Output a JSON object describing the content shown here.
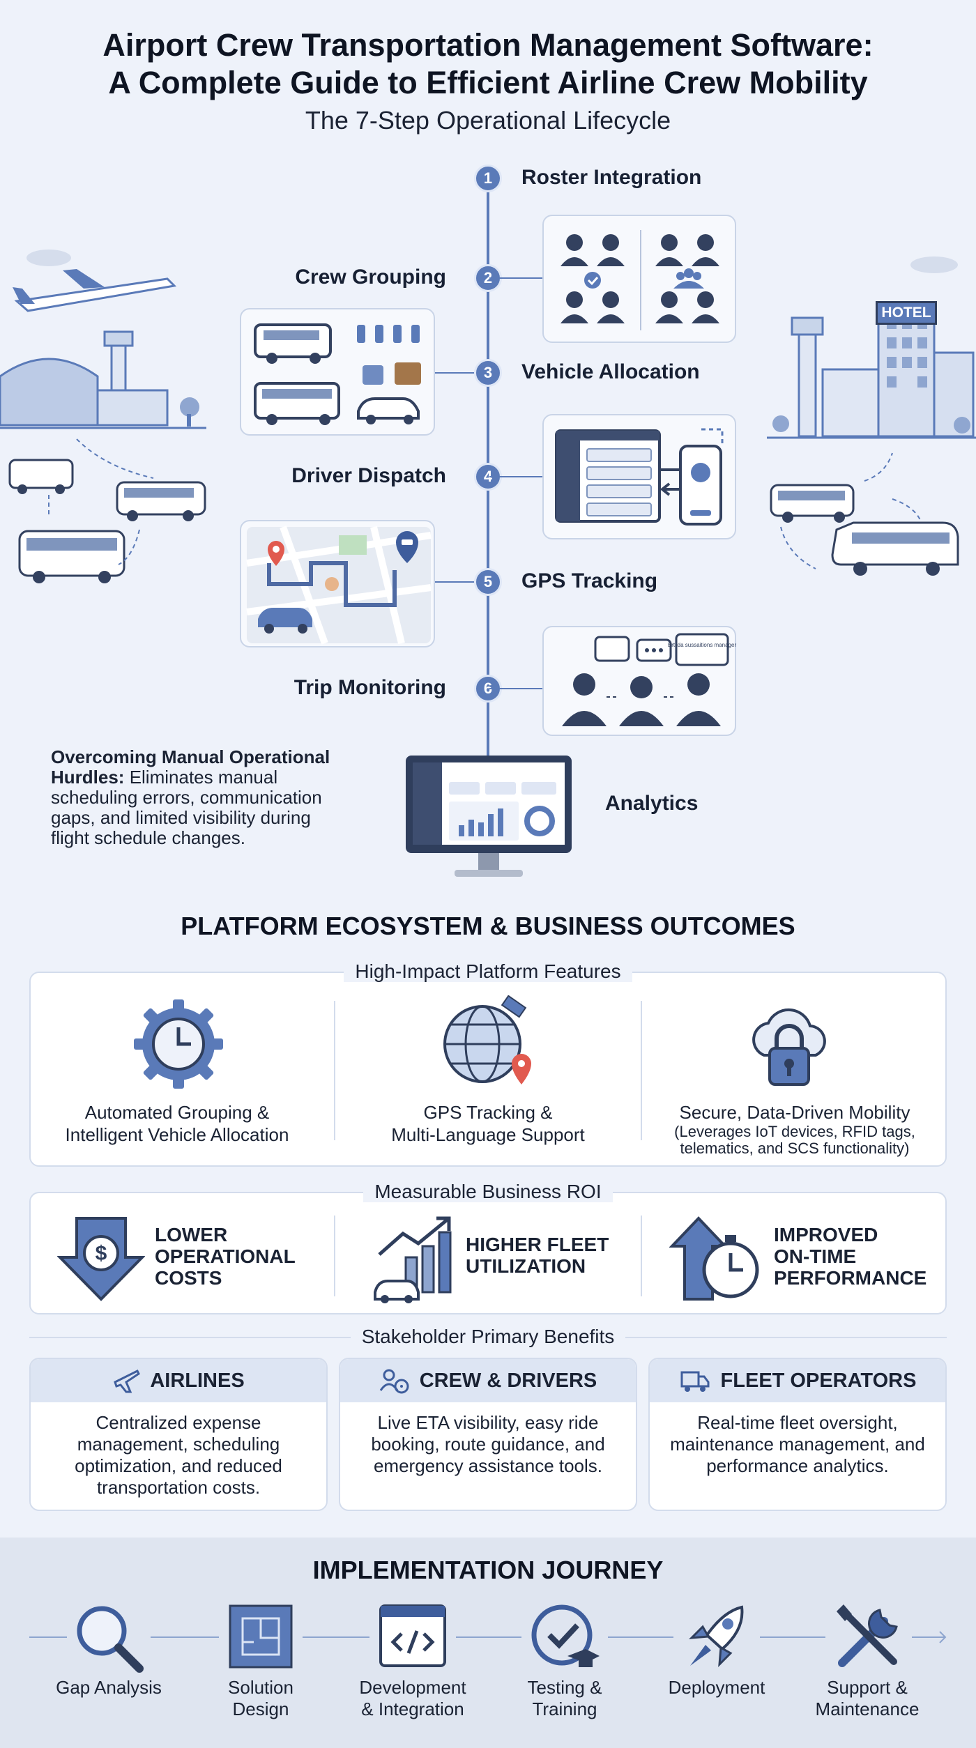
{
  "header": {
    "title_line1": "Airport Crew Transportation Management Software:",
    "title_line2": "A Complete Guide to Efficient Airline Crew Mobility",
    "subtitle": "The 7-Step Operational Lifecycle"
  },
  "steps": [
    {
      "num": "1",
      "label": "Roster Integration"
    },
    {
      "num": "2",
      "label": "Crew Grouping"
    },
    {
      "num": "3",
      "label": "Vehicle Allocation"
    },
    {
      "num": "4",
      "label": "Driver Dispatch"
    },
    {
      "num": "5",
      "label": "GPS Tracking"
    },
    {
      "num": "6",
      "label": "Trip Monitoring"
    },
    {
      "label": "Analytics"
    }
  ],
  "hotel_sign": "HOTEL",
  "chat_bubble_text": "Ertiida sussaitions manager",
  "hurdles": {
    "heading": "Overcoming Manual Operational Hurdles:",
    "text": " Eliminates manual scheduling errors, communication gaps, and limited visibility during flight schedule changes."
  },
  "ecosystem": {
    "title": "PLATFORM ECOSYSTEM & BUSINESS OUTCOMES",
    "features_title": "High-Impact Platform Features",
    "features": [
      {
        "icon": "gear-clock-icon",
        "line1": "Automated Grouping &",
        "line2": "Intelligent Vehicle Allocation"
      },
      {
        "icon": "globe-satellite-icon",
        "line1": "GPS Tracking &",
        "line2": "Multi-Language Support"
      },
      {
        "icon": "cloud-lock-icon",
        "line1": "Secure, Data-Driven Mobility",
        "note": "(Leverages IoT devices, RFID tags, telematics, and SCS functionality)"
      }
    ],
    "roi_title": "Measurable Business ROI",
    "roi": [
      {
        "icon": "dollar-down-arrow-icon",
        "line1": "LOWER",
        "line2": "OPERATIONAL",
        "line3": "COSTS"
      },
      {
        "icon": "fleet-growth-chart-icon",
        "line1": "HIGHER FLEET",
        "line2": "UTILIZATION"
      },
      {
        "icon": "stopwatch-up-arrow-icon",
        "line1": "IMPROVED",
        "line2": "ON-TIME",
        "line3": "PERFORMANCE"
      }
    ],
    "benefits_title": "Stakeholder Primary Benefits",
    "benefits": [
      {
        "icon": "airplane-icon",
        "title": "AIRLINES",
        "text": "Centralized expense management, scheduling optimization, and reduced transportation costs."
      },
      {
        "icon": "people-wheel-icon",
        "title": "CREW & DRIVERS",
        "text": "Live ETA visibility, easy ride booking, route guidance, and emergency assistance tools."
      },
      {
        "icon": "truck-icon",
        "title": "FLEET OPERATORS",
        "text": "Real-time fleet oversight, maintenance management, and performance analytics."
      }
    ]
  },
  "implementation": {
    "title": "IMPLEMENTATION JOURNEY",
    "stages": [
      {
        "icon": "magnifier-icon",
        "line1": "Gap Analysis",
        "line2": ""
      },
      {
        "icon": "blueprint-icon",
        "line1": "Solution",
        "line2": "Design"
      },
      {
        "icon": "code-window-icon",
        "line1": "Development",
        "line2": "& Integration"
      },
      {
        "icon": "check-graduation-icon",
        "line1": "Testing &",
        "line2": "Training"
      },
      {
        "icon": "rocket-icon",
        "line1": "Deployment",
        "line2": ""
      },
      {
        "icon": "tools-icon",
        "line1": "Support &",
        "line2": "Maintenance"
      }
    ]
  },
  "colors": {
    "accent": "#5a7ab8",
    "accent_light": "#a9bde0",
    "dark": "#2f3e5c",
    "background": "#eef2fa"
  }
}
